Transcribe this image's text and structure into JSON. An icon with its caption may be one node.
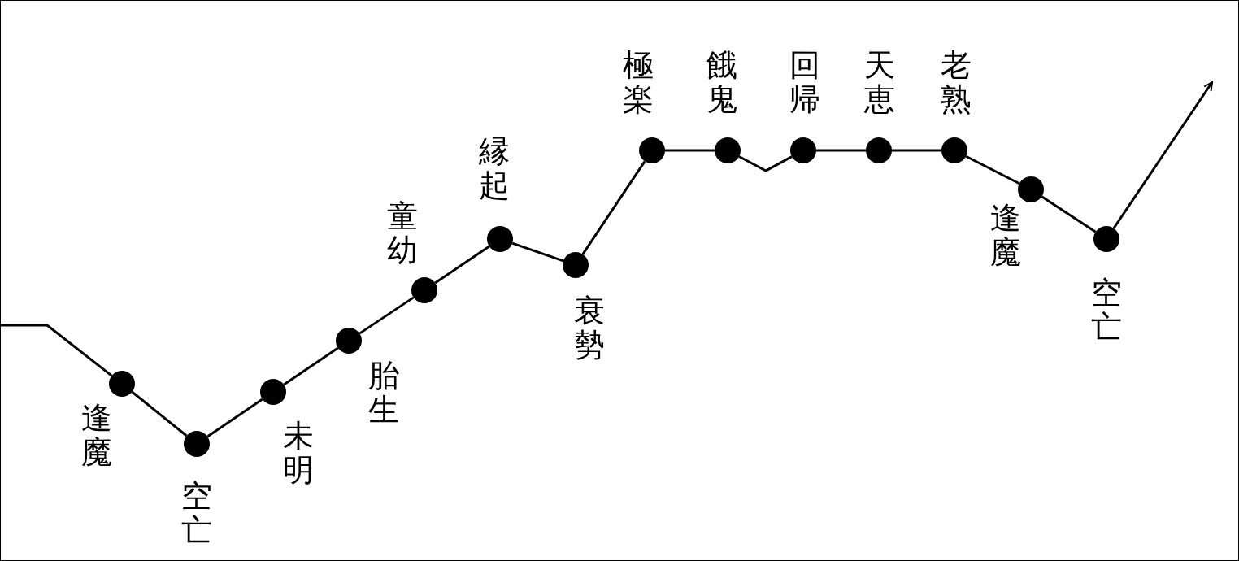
{
  "diagram": {
    "nodes": [
      {
        "text": [],
        "shape": "circle",
        "beside": [
          "逢魔"
        ]
      },
      {
        "text": [],
        "shape": "circle",
        "beside": [
          "空亡"
        ]
      },
      {
        "text": [],
        "shape": "circle",
        "beside": [
          "未明"
        ]
      },
      {
        "text": [],
        "shape": "circle",
        "beside": [
          "胎生"
        ]
      },
      {
        "text": [],
        "shape": "circle",
        "beside": [
          "童幼"
        ]
      },
      {
        "text": [],
        "shape": "circle",
        "beside": [
          "縁起"
        ]
      },
      {
        "text": [],
        "shape": "circle",
        "beside": [
          "衰勢"
        ]
      },
      {
        "text": [],
        "shape": "circle",
        "beside": [
          "極楽"
        ]
      },
      {
        "text": [],
        "shape": "circle",
        "beside": [
          "餓鬼"
        ]
      },
      {
        "text": [],
        "shape": "circle",
        "beside": [
          "回帰"
        ]
      },
      {
        "text": [],
        "shape": "circle",
        "beside": [
          "天恵"
        ]
      },
      {
        "text": [],
        "shape": "circle",
        "beside": [
          "老熟"
        ]
      },
      {
        "text": [],
        "shape": "circle",
        "beside": [
          "逢魔"
        ]
      },
      {
        "text": [],
        "shape": "circle",
        "beside": [
          "空亡"
        ]
      }
    ],
    "edges": [
      {
        "from": null,
        "to": 0,
        "arrow": "none"
      },
      {
        "from": 0,
        "to": 1,
        "arrow": "none"
      },
      {
        "from": 1,
        "to": 2,
        "arrow": "none"
      },
      {
        "from": 2,
        "to": 3,
        "arrow": "none"
      },
      {
        "from": 3,
        "to": 4,
        "arrow": "none"
      },
      {
        "from": 4,
        "to": 5,
        "arrow": "none"
      },
      {
        "from": 5,
        "to": 6,
        "arrow": "none"
      },
      {
        "from": 6,
        "to": 7,
        "arrow": "none"
      },
      {
        "from": 7,
        "to": 8,
        "arrow": "none"
      },
      {
        "from": 8,
        "to": 9,
        "arrow": "none"
      },
      {
        "from": 9,
        "to": 10,
        "arrow": "none"
      },
      {
        "from": 10,
        "to": 11,
        "arrow": "none"
      },
      {
        "from": 11,
        "to": 12,
        "arrow": "none"
      },
      {
        "from": 12,
        "to": 13,
        "arrow": "none"
      },
      {
        "from": 13,
        "to": null,
        "arrow": "to"
      }
    ]
  }
}
